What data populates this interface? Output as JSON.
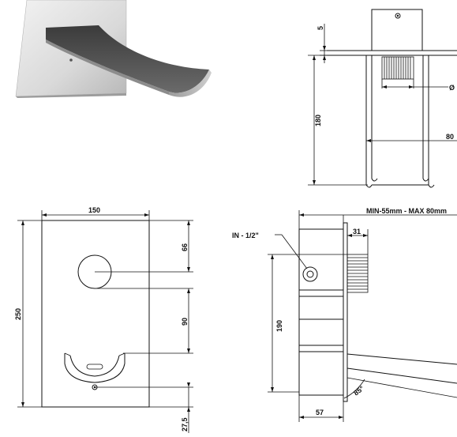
{
  "colors": {
    "ink": "#111111",
    "plate_light": "#e6e6e6",
    "plate_dark": "#bdbdbd",
    "spout_dark": "#4a4a4a"
  },
  "side_view": {
    "dim_top": "5",
    "dim_height": "180",
    "dim_diameter": "Ø",
    "dim_width": "80"
  },
  "front_view": {
    "dim_width": "150",
    "dim_height": "250",
    "dim_upper": "66",
    "dim_middle": "90",
    "dim_lower": "27,5"
  },
  "section_view": {
    "range_label": "MIN-55mm - MAX 80mm",
    "inlet_label": "IN - 1/2\"",
    "dim_31": "31",
    "dim_190": "190",
    "dim_57": "57",
    "angle_label": "85°"
  }
}
